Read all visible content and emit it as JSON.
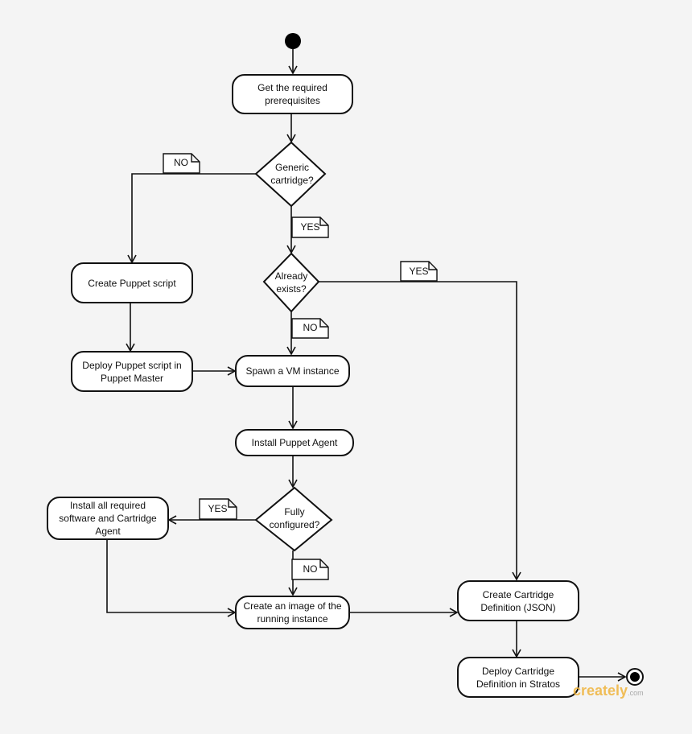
{
  "nodes": {
    "prereq": "Get the required prerequisites",
    "create_puppet": "Create Puppet script",
    "deploy_puppet": "Deploy Puppet script in Puppet Master",
    "spawn_vm": "Spawn a VM instance",
    "install_agent": "Install Puppet Agent",
    "install_software": "Install all required software and Cartridge Agent",
    "create_image": "Create an image of the running instance",
    "create_def": "Create Cartridge Definition (JSON)",
    "deploy_def": "Deploy Cartridge Definition in Stratos"
  },
  "decisions": {
    "generic": "Generic cartridge?",
    "exists": "Already exists?",
    "configured": "Fully configured?"
  },
  "notes": {
    "generic_no": "NO",
    "generic_yes": "YES",
    "exists_yes": "YES",
    "exists_no": "NO",
    "configured_yes": "YES",
    "configured_no": "NO"
  },
  "watermark": {
    "brand": "creately",
    "suffix": ".com"
  },
  "colors": {
    "stroke": "#111111",
    "background": "#f4f4f4",
    "node_fill": "#ffffff",
    "watermark": "#f0b43c"
  }
}
